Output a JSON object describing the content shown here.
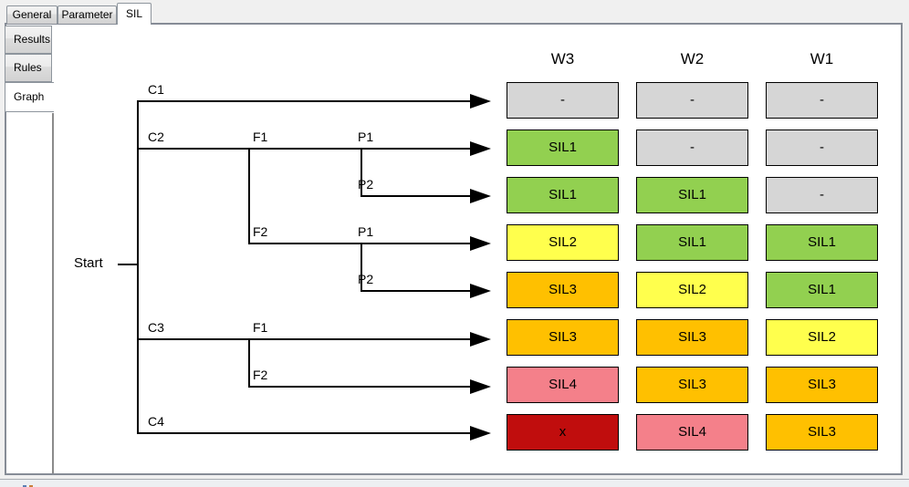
{
  "top_tabs": [
    {
      "label": "General",
      "selected": false
    },
    {
      "label": "Parameter",
      "selected": false
    },
    {
      "label": "SIL",
      "selected": true
    }
  ],
  "side_tabs": [
    {
      "label": "Results",
      "selected": false
    },
    {
      "label": "Rules",
      "selected": false
    },
    {
      "label": "Graph",
      "selected": true
    }
  ],
  "graph": {
    "start_label": "Start",
    "columns": [
      "W3",
      "W2",
      "W1"
    ],
    "tree_labels": [
      "C1",
      "C2",
      "F1",
      "P1",
      "P2",
      "F2",
      "P1",
      "P2",
      "C3",
      "F1",
      "F2",
      "C4"
    ],
    "legend_colors": {
      "none": "#D6D6D6",
      "SIL1": "#92D050",
      "SIL2": "#FFFF4D",
      "SIL3": "#FFC000",
      "SIL4": "#F4808A",
      "x": "#C00D0D"
    },
    "rows": [
      {
        "path": "C1",
        "cells": [
          {
            "text": "-",
            "level": "none"
          },
          {
            "text": "-",
            "level": "none"
          },
          {
            "text": "-",
            "level": "none"
          }
        ]
      },
      {
        "path": "C2-F1-P1",
        "cells": [
          {
            "text": "SIL1",
            "level": "SIL1"
          },
          {
            "text": "-",
            "level": "none"
          },
          {
            "text": "-",
            "level": "none"
          }
        ]
      },
      {
        "path": "C2-F1-P2",
        "cells": [
          {
            "text": "SIL1",
            "level": "SIL1"
          },
          {
            "text": "SIL1",
            "level": "SIL1"
          },
          {
            "text": "-",
            "level": "none"
          }
        ]
      },
      {
        "path": "C2-F2-P1",
        "cells": [
          {
            "text": "SIL2",
            "level": "SIL2"
          },
          {
            "text": "SIL1",
            "level": "SIL1"
          },
          {
            "text": "SIL1",
            "level": "SIL1"
          }
        ]
      },
      {
        "path": "C2-F2-P2",
        "cells": [
          {
            "text": "SIL3",
            "level": "SIL3"
          },
          {
            "text": "SIL2",
            "level": "SIL2"
          },
          {
            "text": "SIL1",
            "level": "SIL1"
          }
        ]
      },
      {
        "path": "C3-F1",
        "cells": [
          {
            "text": "SIL3",
            "level": "SIL3"
          },
          {
            "text": "SIL3",
            "level": "SIL3"
          },
          {
            "text": "SIL2",
            "level": "SIL2"
          }
        ]
      },
      {
        "path": "C3-F2",
        "cells": [
          {
            "text": "SIL4",
            "level": "SIL4"
          },
          {
            "text": "SIL3",
            "level": "SIL3"
          },
          {
            "text": "SIL3",
            "level": "SIL3"
          }
        ]
      },
      {
        "path": "C4",
        "cells": [
          {
            "text": "x",
            "level": "x"
          },
          {
            "text": "SIL4",
            "level": "SIL4"
          },
          {
            "text": "SIL3",
            "level": "SIL3"
          }
        ]
      }
    ]
  }
}
